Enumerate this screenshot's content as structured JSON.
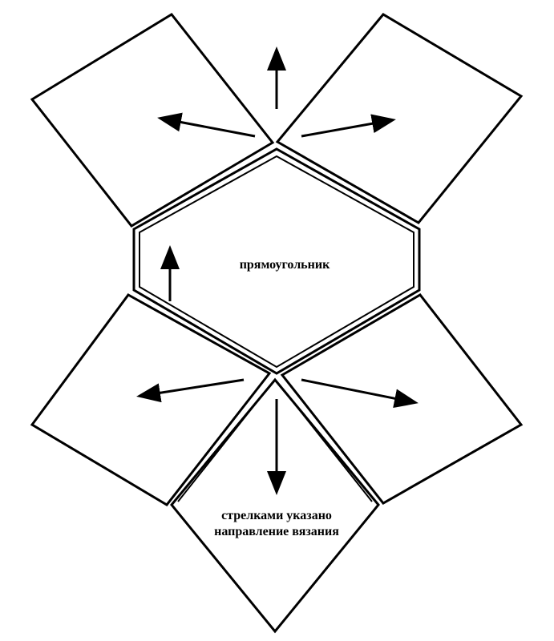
{
  "center_label": "прямоугольник",
  "note_line1": "стрелками указано",
  "note_line2": "направление вязания",
  "colors": {
    "stroke": "#000000",
    "fill": "#ffffff",
    "background": "#ffffff"
  }
}
